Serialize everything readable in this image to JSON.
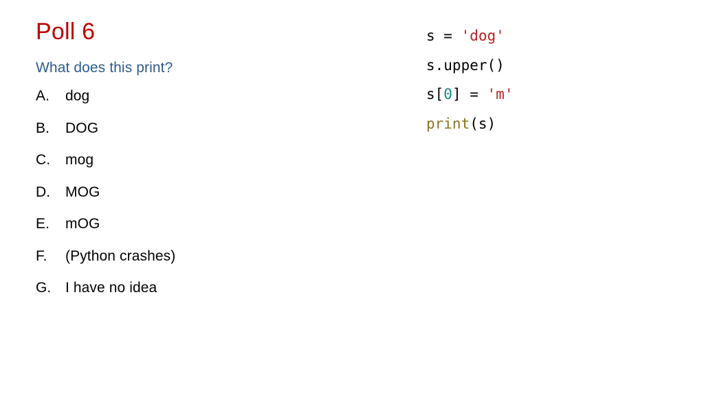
{
  "slide": {
    "background_color": "#ffffff",
    "title": "Poll 6",
    "title_color": "#C00000",
    "subtitle": "What does this print?",
    "subtitle_color": "#2E5A8E"
  },
  "answers": [
    {
      "marker": "A.",
      "text": "dog"
    },
    {
      "marker": "B.",
      "text": "DOG"
    },
    {
      "marker": "C.",
      "text": "mog"
    },
    {
      "marker": "D.",
      "text": "MOG"
    },
    {
      "marker": "E.",
      "text": "mOG"
    },
    {
      "marker": "F.",
      "text": "(Python crashes)"
    },
    {
      "marker": "G.",
      "text": "I have no idea"
    }
  ],
  "code": {
    "language": "python",
    "colors": {
      "plain": "#000000",
      "string": "#BA2121",
      "number": "#118A78",
      "builtin": "#8A7520"
    },
    "plain_text": "s = 'dog'\ns.upper()\ns[0] = 'm'\nprint(s)",
    "lines": [
      {
        "id": "line-1",
        "tokens": [
          {
            "t": "s = ",
            "k": "plain"
          },
          {
            "t": "'dog'",
            "k": "string"
          }
        ]
      },
      {
        "id": "line-2",
        "tokens": [
          {
            "t": "s.upper()",
            "k": "plain"
          }
        ]
      },
      {
        "id": "line-3",
        "tokens": [
          {
            "t": "s[",
            "k": "plain"
          },
          {
            "t": "0",
            "k": "number"
          },
          {
            "t": "] = ",
            "k": "plain"
          },
          {
            "t": "'m'",
            "k": "string"
          }
        ]
      },
      {
        "id": "line-4",
        "tokens": [
          {
            "t": "print",
            "k": "builtin"
          },
          {
            "t": "(s)",
            "k": "plain"
          }
        ]
      }
    ]
  }
}
